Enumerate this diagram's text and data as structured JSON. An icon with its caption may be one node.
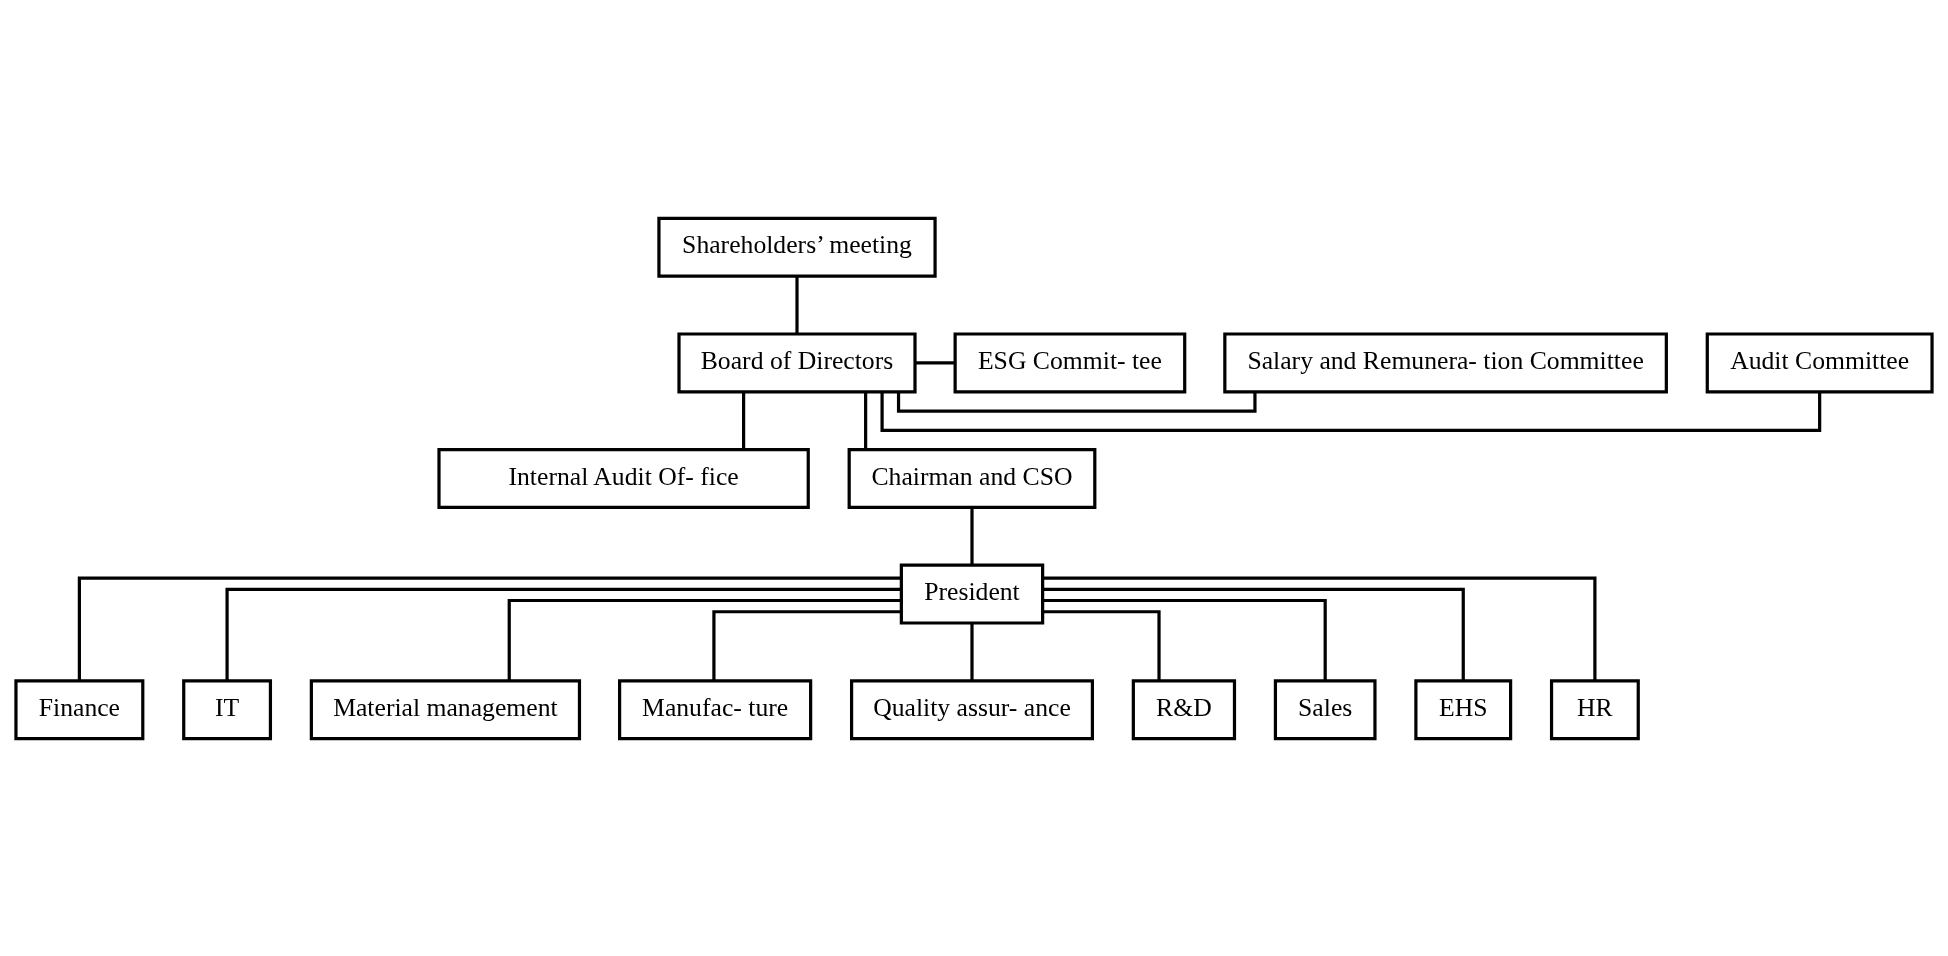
{
  "diagram": {
    "nodes": [
      {
        "text": [
          "Shareholders’ meeting"
        ]
      },
      {
        "text": [
          "Audit Committee"
        ]
      },
      {
        "text": [
          "Salary and Remunera- tion Committee"
        ]
      },
      {
        "text": [
          "ESG Commit- tee"
        ]
      },
      {
        "text": [
          "Board of Directors"
        ]
      },
      {
        "text": [
          "Internal Audit Of- fice"
        ]
      },
      {
        "text": [
          "Chairman and CSO"
        ]
      },
      {
        "text": [
          "President"
        ]
      },
      {
        "text": [
          "Finance"
        ]
      },
      {
        "text": [
          "IT"
        ]
      },
      {
        "text": [
          "Material management"
        ]
      },
      {
        "text": [
          "Manufac- ture"
        ]
      },
      {
        "text": [
          "Quality assur- ance"
        ]
      },
      {
        "text": [
          "R&D"
        ]
      },
      {
        "text": [
          "Sales"
        ]
      },
      {
        "text": [
          "EHS"
        ]
      },
      {
        "text": [
          "HR"
        ]
      }
    ],
    "edges": [
      {
        "from": 0,
        "to": 4,
        "arrow": "none"
      },
      {
        "from": 4,
        "to": 1,
        "arrow": "none"
      },
      {
        "from": 4,
        "to": 2,
        "arrow": "none"
      },
      {
        "from": 4,
        "to": 3,
        "arrow": "none"
      },
      {
        "from": 4,
        "to": 5,
        "arrow": "none"
      },
      {
        "from": 4,
        "to": 6,
        "arrow": "none"
      },
      {
        "from": 6,
        "to": 7,
        "arrow": "none"
      },
      {
        "from": 7,
        "to": 8,
        "arrow": "none"
      },
      {
        "from": 7,
        "to": 9,
        "arrow": "none"
      },
      {
        "from": 7,
        "to": 10,
        "arrow": "none"
      },
      {
        "from": 7,
        "to": 11,
        "arrow": "none"
      },
      {
        "from": 7,
        "to": 12,
        "arrow": "none"
      },
      {
        "from": 7,
        "to": 13,
        "arrow": "none"
      },
      {
        "from": 7,
        "to": 14,
        "arrow": "none"
      },
      {
        "from": 7,
        "to": 15,
        "arrow": "none"
      },
      {
        "from": 7,
        "to": 16,
        "arrow": "none"
      }
    ]
  }
}
